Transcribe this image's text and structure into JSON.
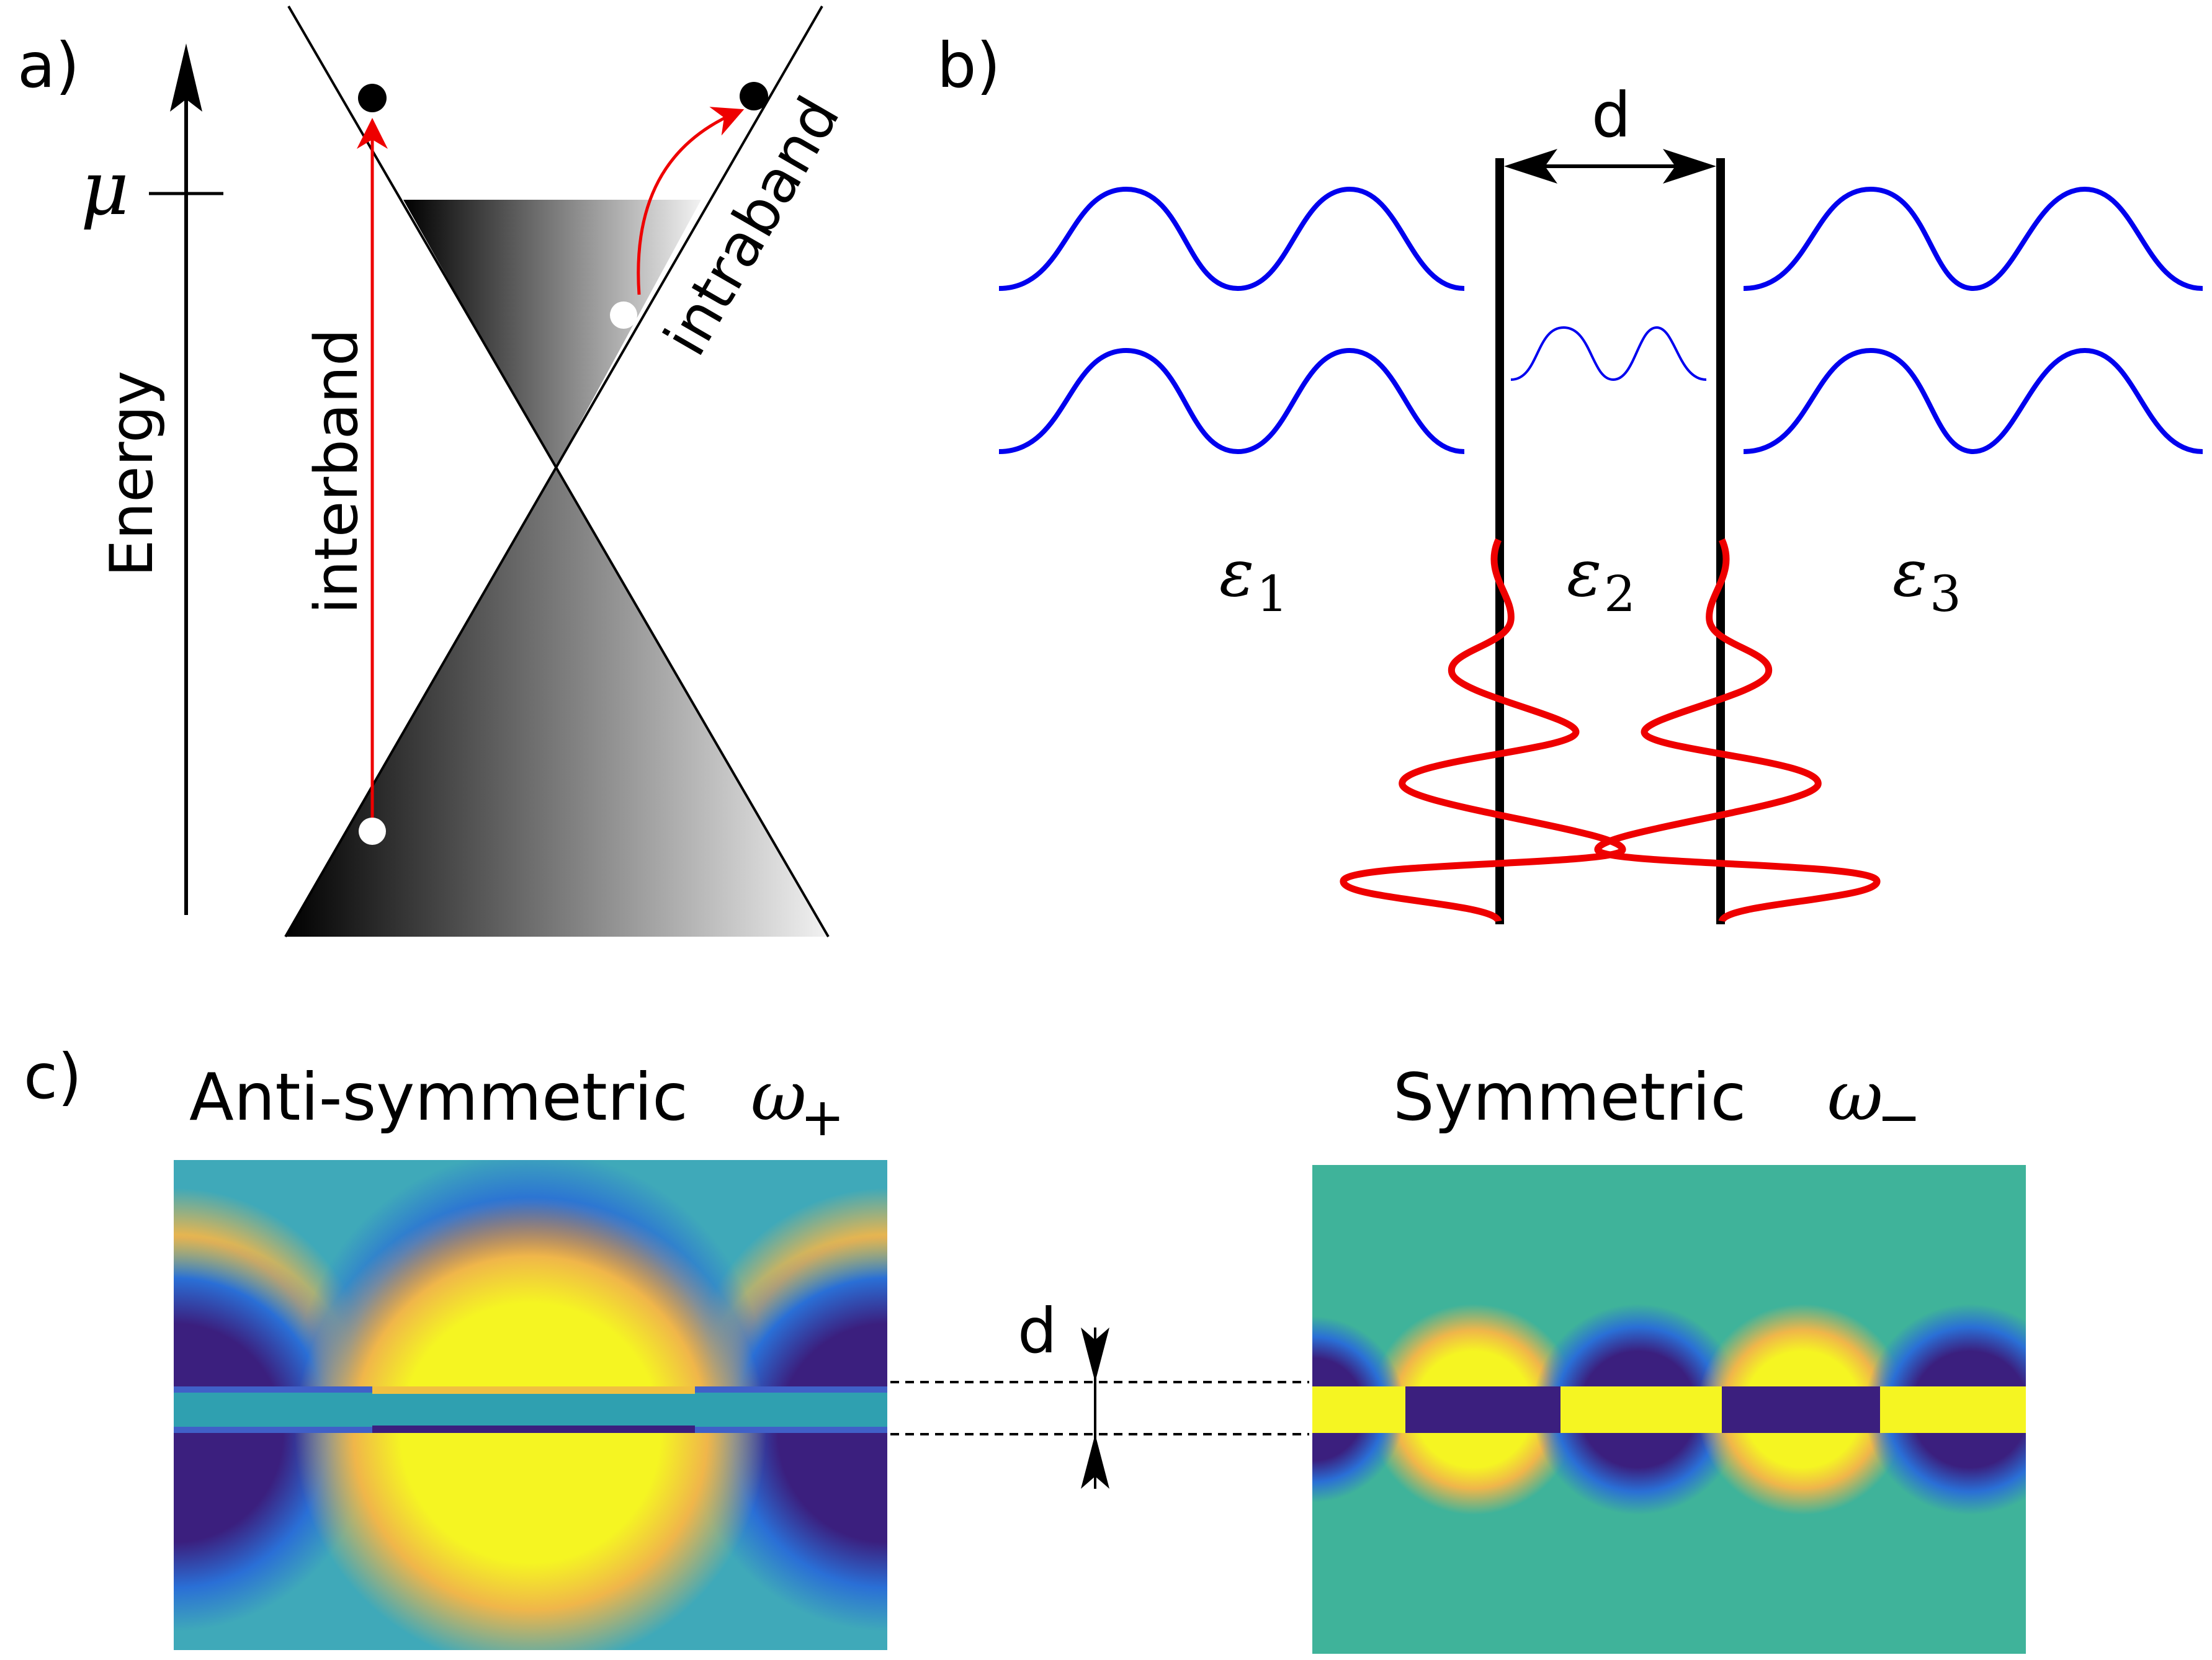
{
  "panel_a": {
    "label": "a)",
    "energy_axis_label": "Energy",
    "mu_label": "μ",
    "interband_label": "interband",
    "intraband_label": "intraband"
  },
  "panel_b": {
    "label": "b)",
    "gap_label": "d",
    "eps1": "ε",
    "eps1_sub": "1",
    "eps2": "ε",
    "eps2_sub": "2",
    "eps3": "ε",
    "eps3_sub": "3"
  },
  "panel_c": {
    "label": "c)",
    "antisym_title": "Anti-symmetric",
    "antisym_omega": "ω",
    "antisym_sub": "+",
    "sym_title": "Symmetric",
    "sym_omega": "ω",
    "sym_sub": "−",
    "gap_label": "d"
  },
  "colors": {
    "blue_wave": "#0000ee",
    "red_curve": "#ee0000",
    "viridis_dark": "#3b1f7e",
    "viridis_yellow": "#f5f522",
    "viridis_teal": "#3fb39a"
  }
}
